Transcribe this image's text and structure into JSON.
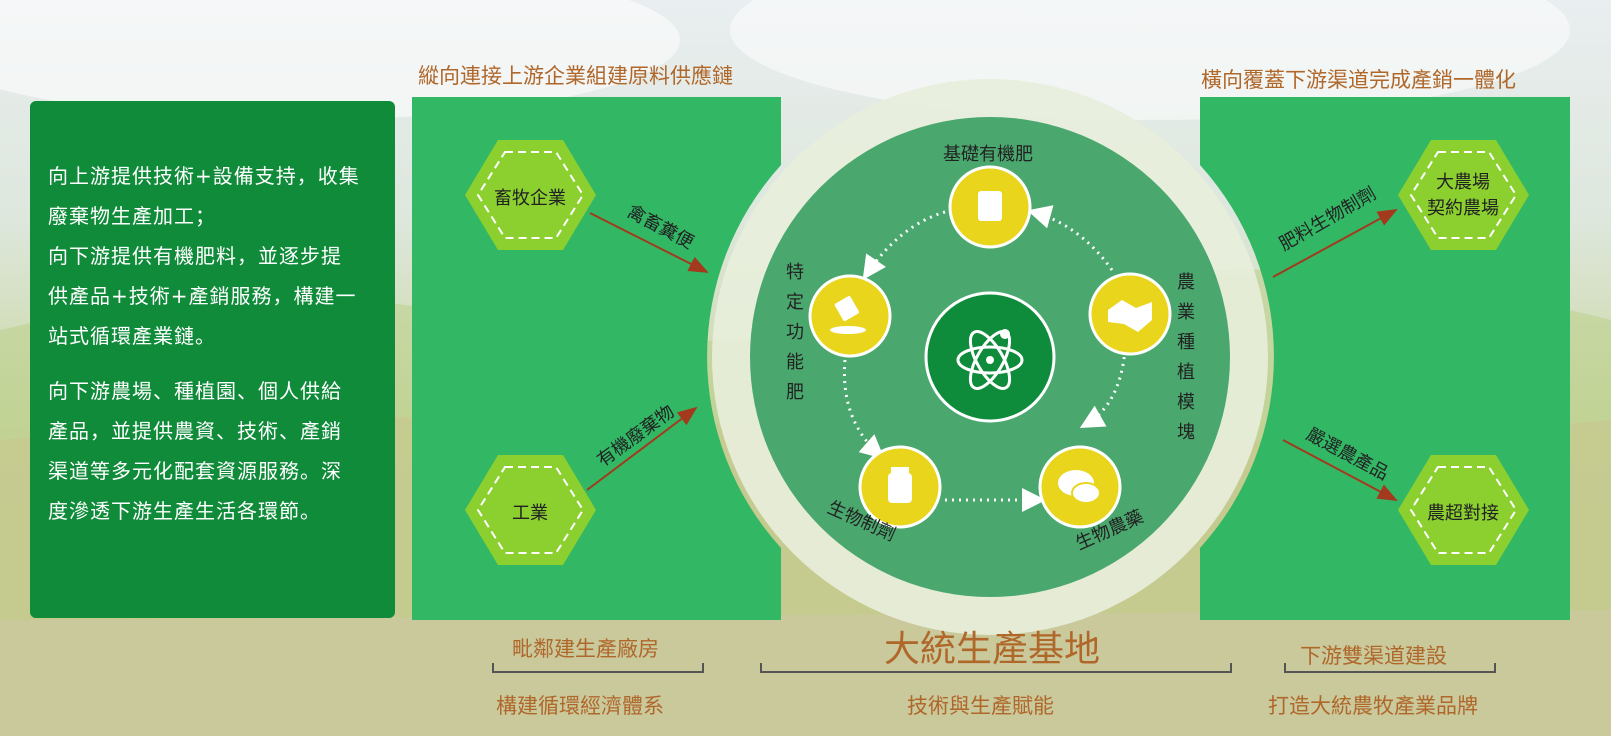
{
  "left_panel": {
    "paragraph_1_lines": [
      "向上游提供技術+設備支持，收集",
      "廢棄物生產加工；",
      "向下游提供有機肥料，並逐步提",
      "供產品+技術+產銷服務，構建一",
      "站式循環產業鏈。"
    ],
    "paragraph_2_lines": [
      "向下游農場、種植園、個人供給",
      "產品，並提供農資、技術、產銷",
      "渠道等多元化配套資源服務。深",
      "度滲透下游生產生活各環節。"
    ]
  },
  "upstream": {
    "heading": "縱向連接上游企業組建原料供應鏈",
    "hex_top": "畜牧企業",
    "hex_bottom": "工業",
    "arrow_top_label": "禽畜糞便",
    "arrow_bottom_label": "有機廢棄物"
  },
  "center": {
    "nodes": {
      "top": "基礎有機肥",
      "left": "特定功能肥",
      "right": "農業種植模塊",
      "bottom_left": "生物制劑",
      "bottom_right": "生物農藥"
    },
    "left_vertical_chars": [
      "特",
      "定",
      "功",
      "能",
      "肥"
    ],
    "right_vertical_chars": [
      "農",
      "業",
      "種",
      "植",
      "模",
      "塊"
    ]
  },
  "downstream": {
    "heading": "橫向覆蓋下游渠道完成產銷一體化",
    "hex_top_lines": [
      "大農場",
      "契約農場"
    ],
    "hex_bottom": "農超對接",
    "arrow_top_label": "肥料生物制劑",
    "arrow_bottom_label": "嚴選農產品"
  },
  "footer": {
    "left_top": "毗鄰建生產廠房",
    "left_bottom": "構建循環經濟體系",
    "center_top": "大統生產基地",
    "center_bottom": "技術與生產賦能",
    "right_top": "下游雙渠道建設",
    "right_bottom": "打造大統農牧產業品牌"
  },
  "colors": {
    "dark_green": "#0f8b3a",
    "panel_green": "#2fb563",
    "circle_green": "#43a86a",
    "hex_green": "#8bd02f",
    "node_yellow": "#e8d51c",
    "accent_brown": "#b0672a",
    "arrow_red": "#a33a1e"
  }
}
